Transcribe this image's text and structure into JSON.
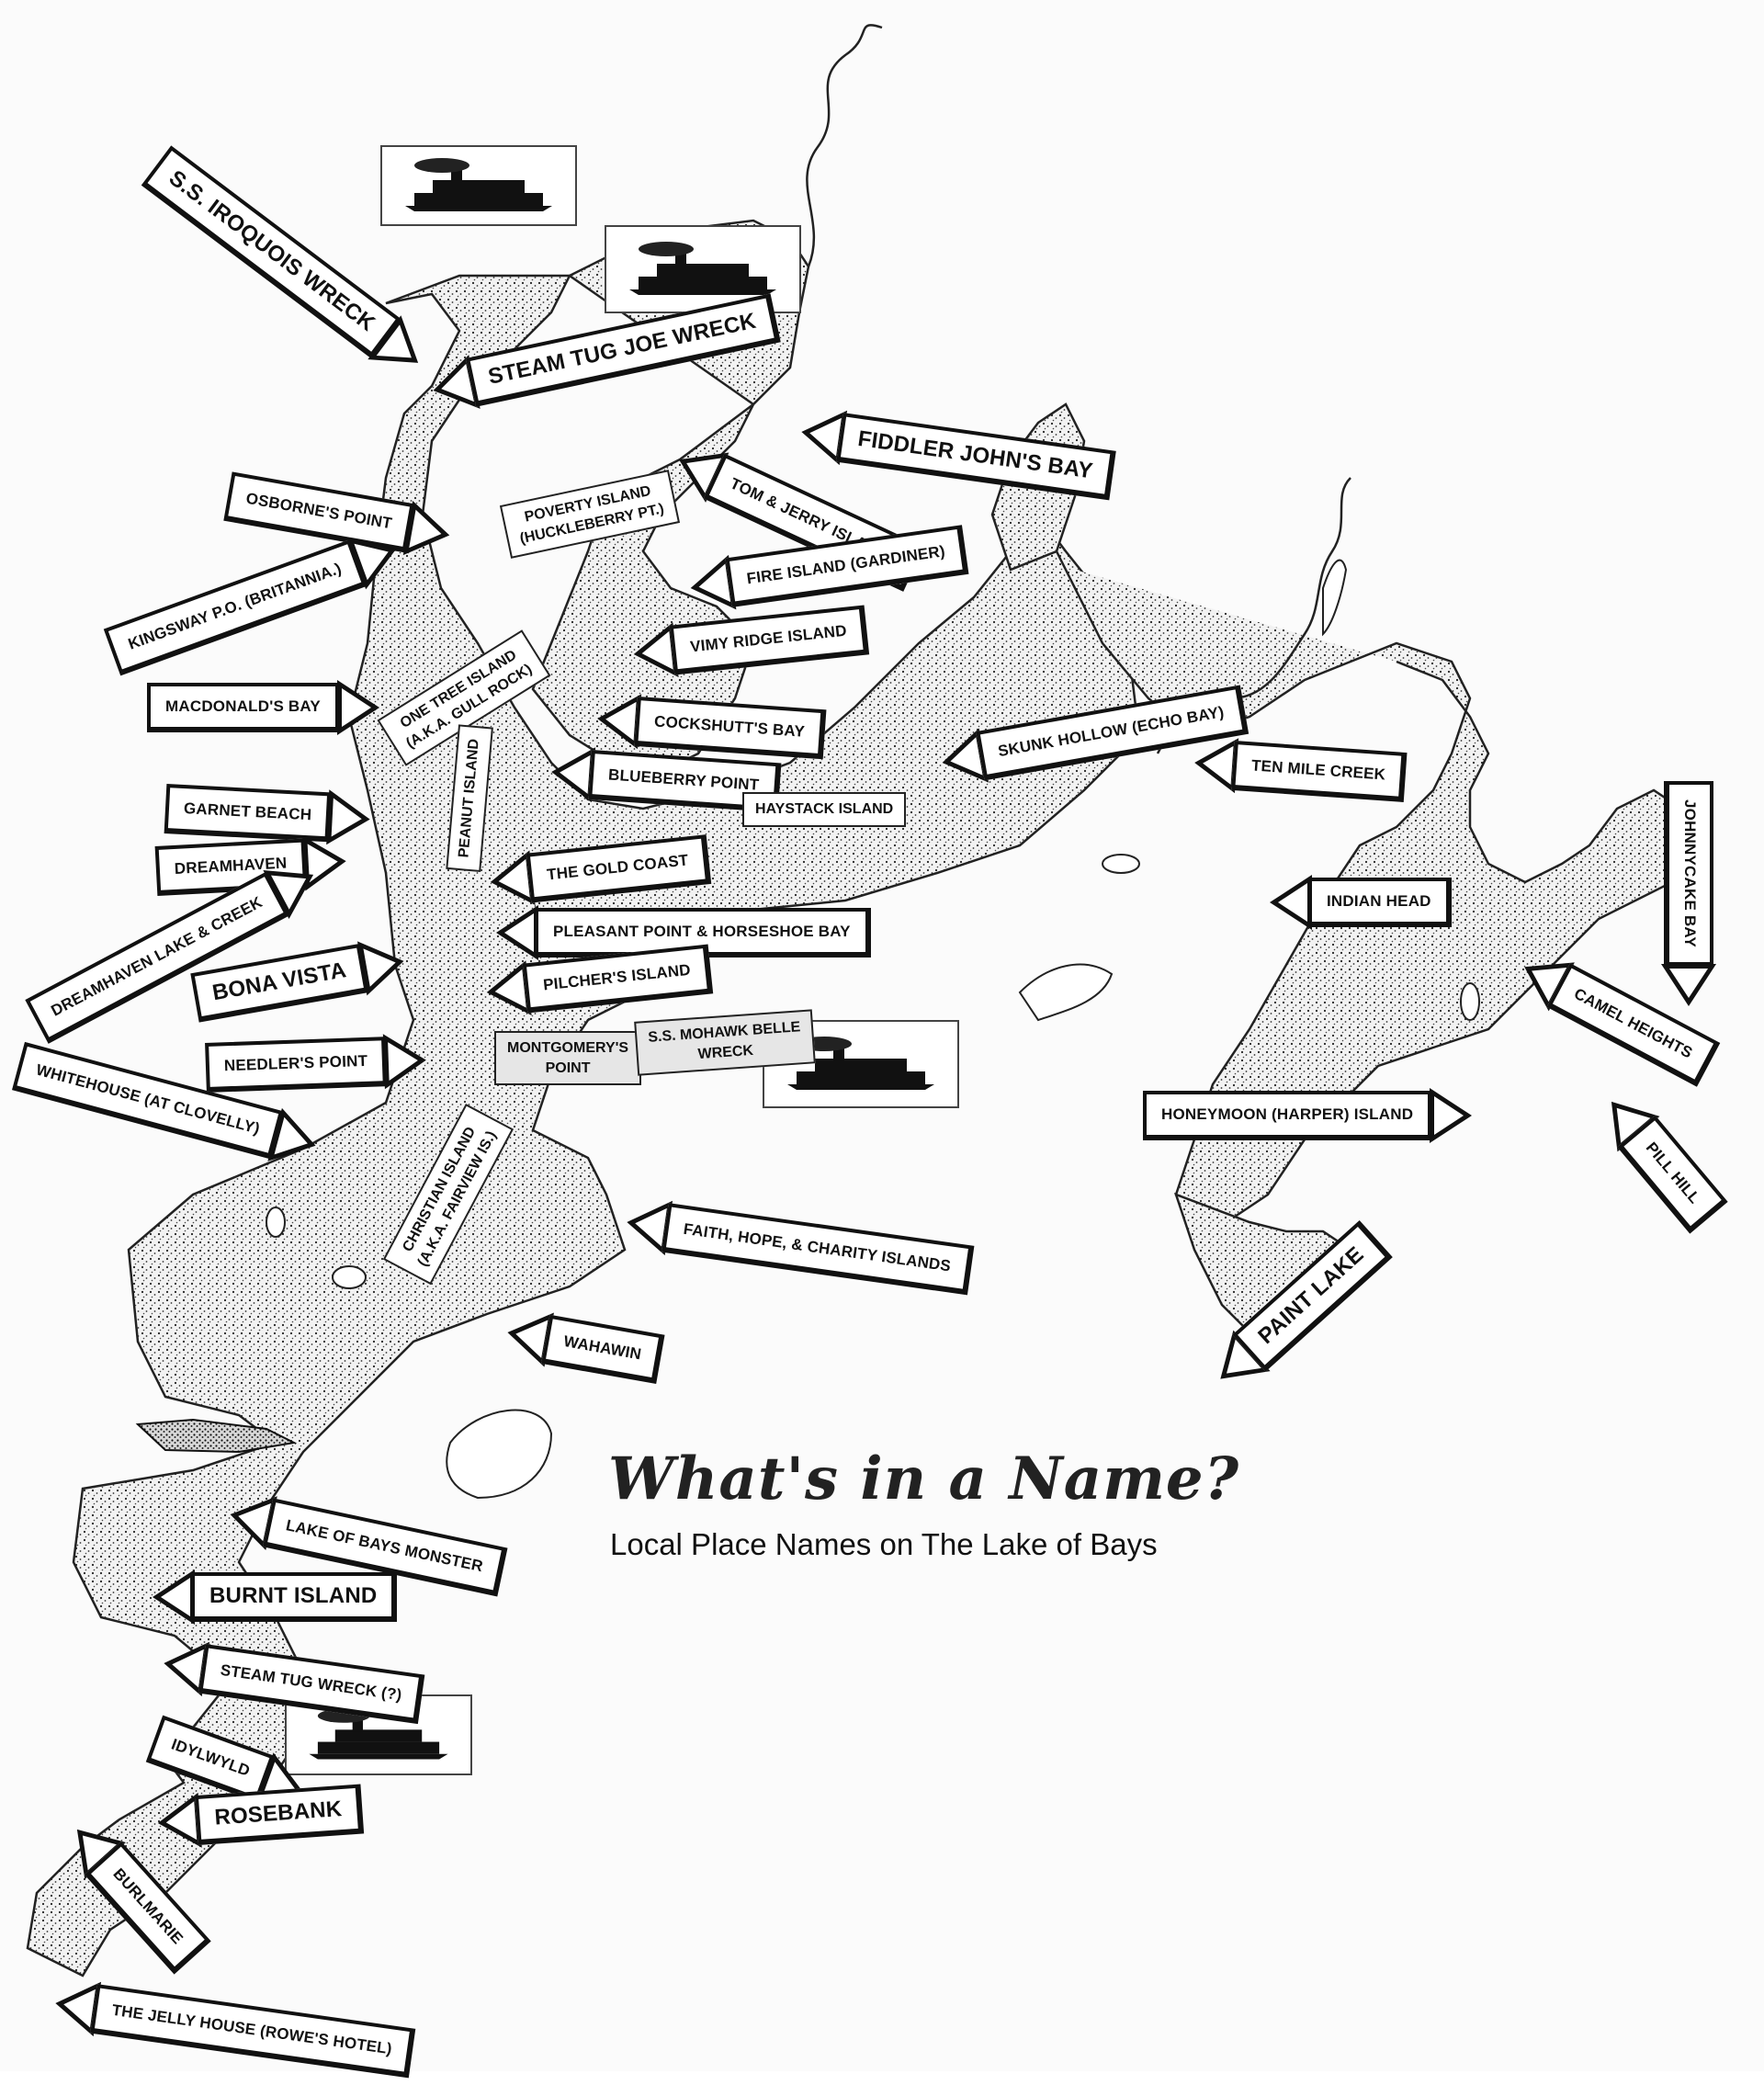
{
  "title": "What's in a Name?",
  "subtitle": "Local Place Names on The Lake of Bays",
  "colors": {
    "ink": "#111111",
    "water": "#ffffff",
    "land_stipple": "#222222",
    "paper": "#fbfbfb"
  },
  "arrow_labels": [
    {
      "id": "ss-iroquois-wreck",
      "text": "S.S. IROQUOIS WRECK"
    },
    {
      "id": "steam-tug-joe-wreck",
      "text": "STEAM TUG JOE WRECK"
    },
    {
      "id": "fiddler-johns-bay",
      "text": "FIDDLER JOHN'S BAY"
    },
    {
      "id": "osbornes-point",
      "text": "OSBORNE'S POINT"
    },
    {
      "id": "tom-jerry-islands",
      "text": "TOM & JERRY ISLANDS"
    },
    {
      "id": "kingsway-po",
      "text": "KINGSWAY P.O. (BRITANNIA.)"
    },
    {
      "id": "fire-island",
      "text": "FIRE ISLAND (GARDINER)"
    },
    {
      "id": "vimy-ridge-island",
      "text": "VIMY RIDGE ISLAND"
    },
    {
      "id": "macdonalds-bay",
      "text": "MACDONALD'S BAY"
    },
    {
      "id": "cockshutts-bay",
      "text": "COCKSHUTT'S BAY"
    },
    {
      "id": "blueberry-point",
      "text": "BLUEBERRY POINT"
    },
    {
      "id": "skunk-hollow",
      "text": "SKUNK HOLLOW (ECHO BAY)"
    },
    {
      "id": "ten-mile-creek",
      "text": "TEN MILE CREEK"
    },
    {
      "id": "johnnycake-bay",
      "text": "JOHNNYCAKE BAY"
    },
    {
      "id": "garnet-beach",
      "text": "GARNET BEACH"
    },
    {
      "id": "haystack-island",
      "text": "HAYSTACK ISLAND"
    },
    {
      "id": "dreamhaven",
      "text": "DREAMHAVEN"
    },
    {
      "id": "the-gold-coast",
      "text": "THE GOLD COAST"
    },
    {
      "id": "indian-head",
      "text": "INDIAN HEAD"
    },
    {
      "id": "pleasant-point",
      "text": "PLEASANT POINT & HORSESHOE BAY"
    },
    {
      "id": "dreamhaven-lake-creek",
      "text": "DREAMHAVEN LAKE & CREEK"
    },
    {
      "id": "bona-vista",
      "text": "BONA VISTA"
    },
    {
      "id": "pilchers-island",
      "text": "PILCHER'S ISLAND"
    },
    {
      "id": "camel-heights",
      "text": "CAMEL HEIGHTS"
    },
    {
      "id": "needlers-point",
      "text": "NEEDLER'S POINT"
    },
    {
      "id": "whitehouse",
      "text": "WHITEHOUSE (AT CLOVELLY)"
    },
    {
      "id": "honeymoon-island",
      "text": "HONEYMOON (HARPER) ISLAND"
    },
    {
      "id": "pill-hill",
      "text": "PILL HILL"
    },
    {
      "id": "faith-hope-charity",
      "text": "FAITH, HOPE, & CHARITY ISLANDS"
    },
    {
      "id": "wahawin",
      "text": "WAHAWIN"
    },
    {
      "id": "paint-lake",
      "text": "PAINT LAKE"
    },
    {
      "id": "lake-of-bays-monster",
      "text": "LAKE OF BAYS MONSTER"
    },
    {
      "id": "burnt-island",
      "text": "BURNT ISLAND"
    },
    {
      "id": "steam-tug-wreck",
      "text": "STEAM TUG WRECK (?)"
    },
    {
      "id": "idylwyld",
      "text": "IDYLWYLD"
    },
    {
      "id": "rosebank",
      "text": "ROSEBANK"
    },
    {
      "id": "burlmarie",
      "text": "BURLMARIE"
    },
    {
      "id": "jelly-house",
      "text": "THE JELLY HOUSE (ROWE'S HOTEL)"
    }
  ],
  "box_labels": [
    {
      "id": "poverty-island",
      "line1": "POVERTY ISLAND",
      "line2": "(HUCKLEBERRY PT.)"
    },
    {
      "id": "one-tree-island",
      "line1": "ONE TREE ISLAND",
      "line2": "(A.K.A. GULL ROCK)"
    },
    {
      "id": "peanut-island",
      "line1": "PEANUT ISLAND",
      "line2": ""
    },
    {
      "id": "montgomerys-point",
      "line1": "MONTGOMERY'S",
      "line2": "POINT"
    },
    {
      "id": "ss-mohawk-belle",
      "line1": "S.S. MOHAWK BELLE",
      "line2": "WRECK"
    },
    {
      "id": "christian-island",
      "line1": "CHRISTIAN ISLAND",
      "line2": "(A.K.A. FAIRVIEW IS.)"
    }
  ],
  "ship_icons": [
    "steamship-icon",
    "steamship-icon",
    "steamship-icon",
    "steamship-icon"
  ]
}
